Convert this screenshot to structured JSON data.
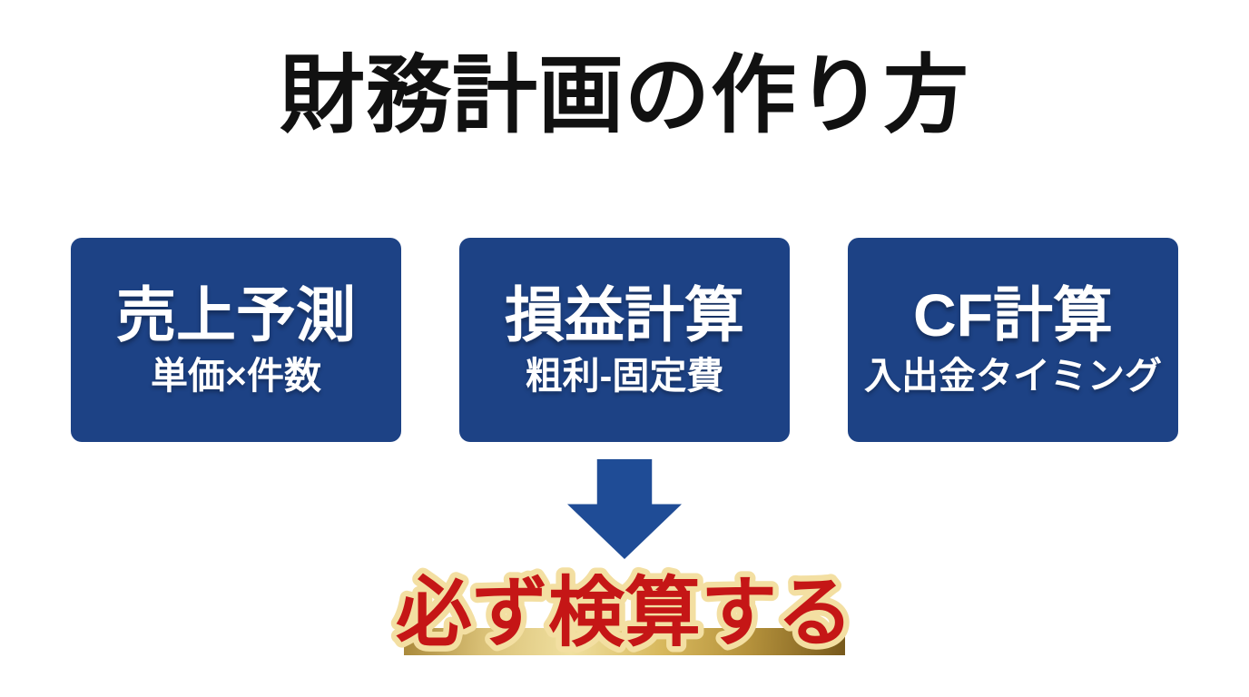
{
  "slide": {
    "title": "財務計画の作り方"
  },
  "steps": [
    {
      "label": "売上予測",
      "sublabel": "単価×件数"
    },
    {
      "label": "損益計算",
      "sublabel": "粗利-固定費"
    },
    {
      "label": "CF計算",
      "sublabel": "入出金タイミング"
    }
  ],
  "arrow": {
    "icon": "down-arrow-icon",
    "color": "#1f4c96"
  },
  "conclusion": {
    "text": "必ず検算する",
    "text_color": "#c51616",
    "outline_color": "#f3dfa2",
    "underline_gradient": [
      "#a9893b",
      "#f0e0a0",
      "#77591c"
    ]
  },
  "colors": {
    "background": "#ffffff",
    "title_text": "#111111",
    "step_box_blue": "#1d4285",
    "step_text": "#ffffff"
  }
}
